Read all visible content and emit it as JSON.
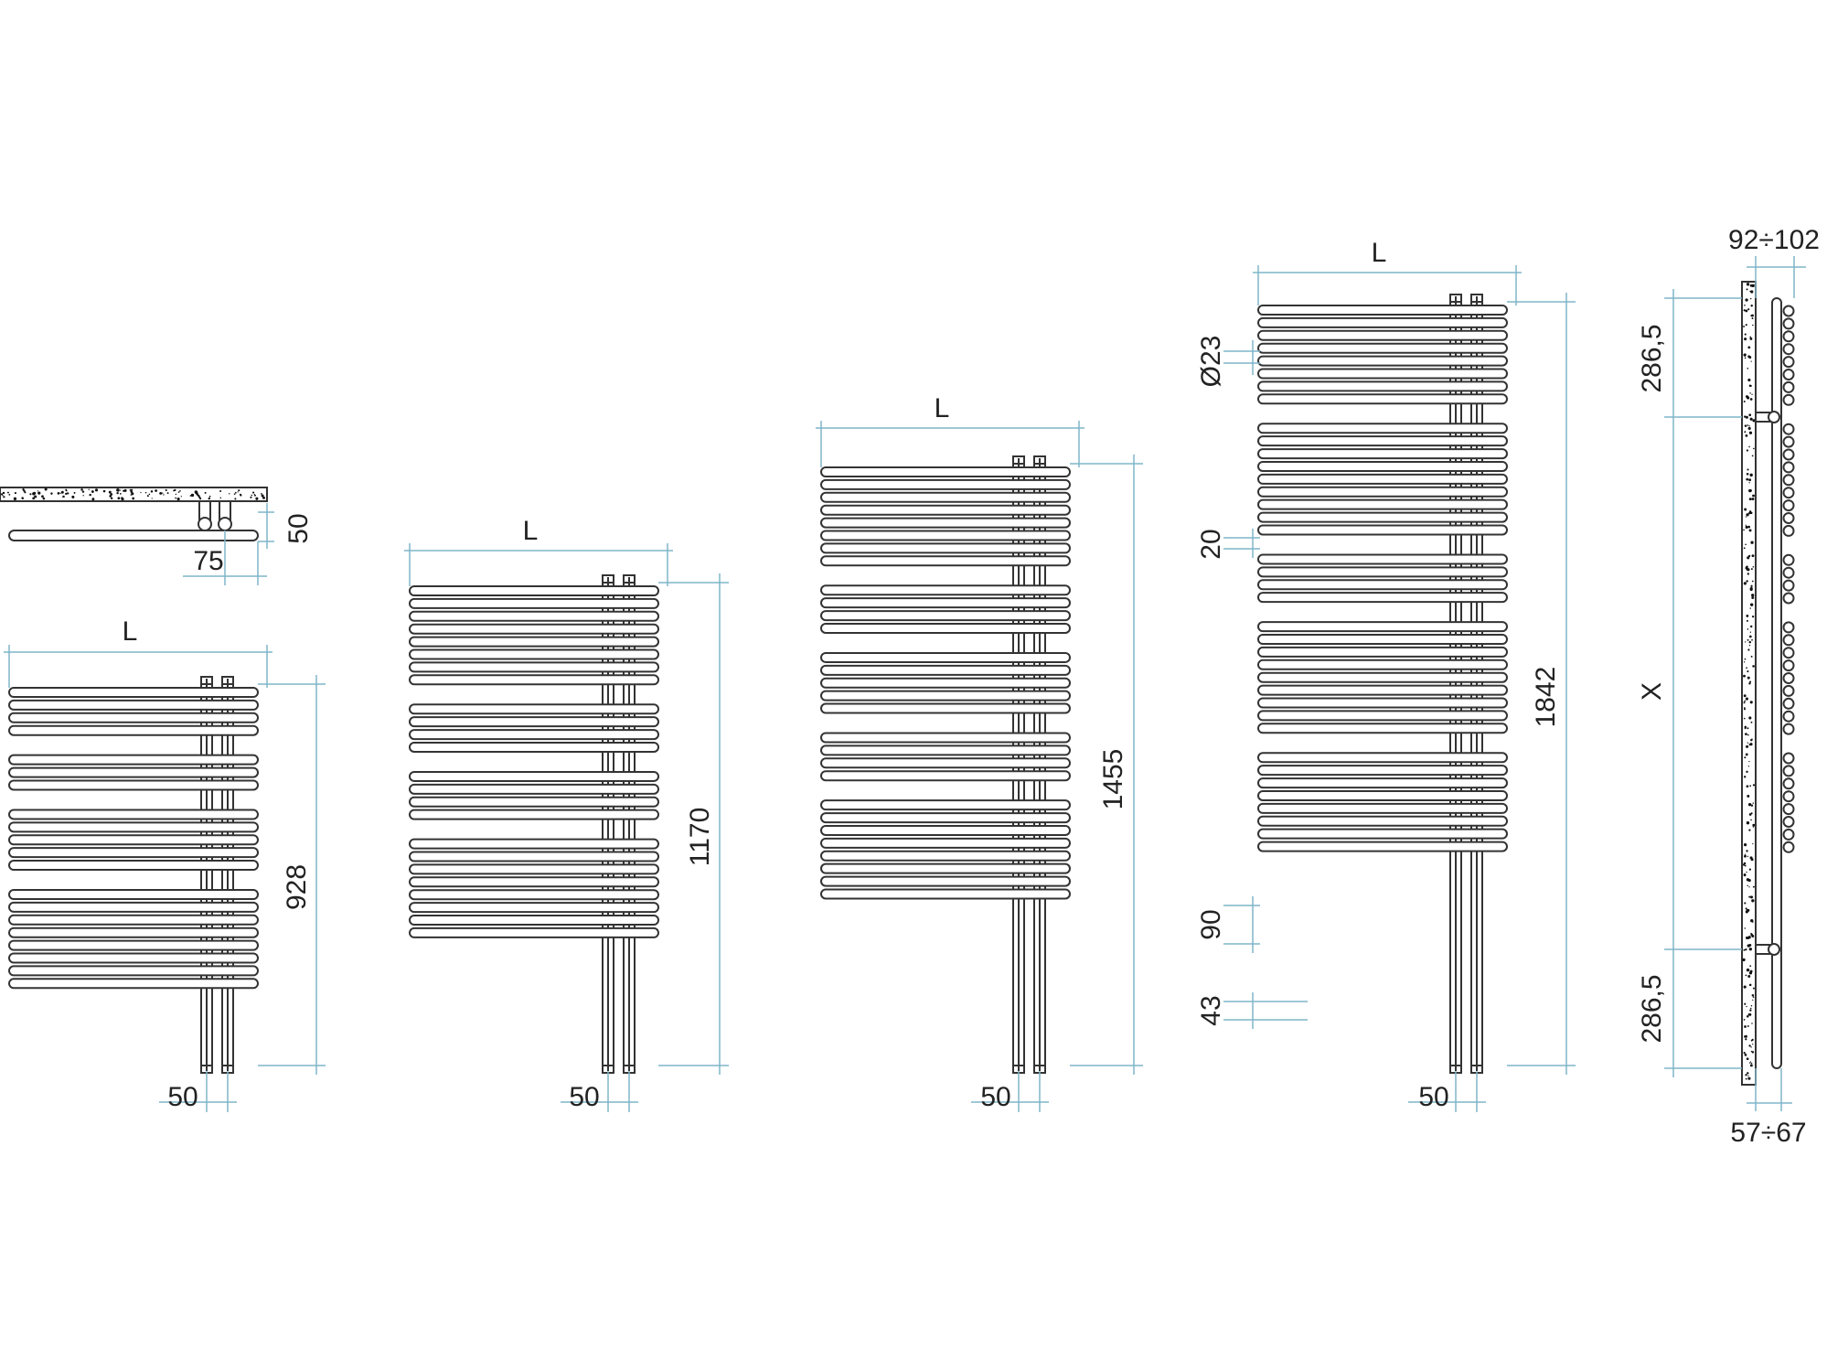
{
  "colors": {
    "outline": "#333333",
    "dimension": "#7fb6c9",
    "text": "#222222",
    "wall_speckle": "#111111",
    "background": "#ffffff"
  },
  "top_view": {
    "depth_label": "50",
    "offset_label": "75"
  },
  "radiators": [
    {
      "width_label": "L",
      "height_label": "928",
      "spacing_label": "50"
    },
    {
      "width_label": "L",
      "height_label": "1170",
      "spacing_label": "50"
    },
    {
      "width_label": "L",
      "height_label": "1455",
      "spacing_label": "50"
    },
    {
      "width_label": "L",
      "height_label": "1842",
      "spacing_label": "50"
    }
  ],
  "detail_labels": {
    "tube_diameter": "Ø23",
    "tube_gap": "20",
    "group_gap": "90",
    "tube_pitch": "43"
  },
  "side_view": {
    "top_offset": "286,5",
    "bottom_offset": "286,5",
    "bracket_spacing": "X",
    "wall_distance_top": "92÷102",
    "wall_distance_bottom": "57÷67"
  }
}
